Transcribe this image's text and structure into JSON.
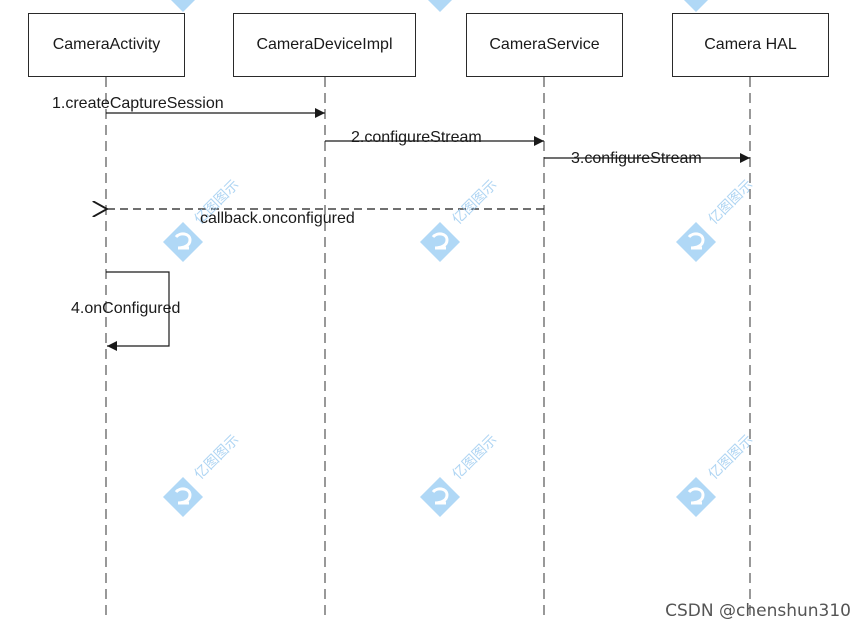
{
  "diagram": {
    "participants": [
      {
        "id": "activity",
        "label": "CameraActivity"
      },
      {
        "id": "device",
        "label": "CameraDeviceImpl"
      },
      {
        "id": "service",
        "label": "CameraService"
      },
      {
        "id": "hal",
        "label": "Camera HAL"
      }
    ],
    "messages": [
      {
        "from": "activity",
        "to": "device",
        "label": "1.createCaptureSession",
        "style": "solid"
      },
      {
        "from": "device",
        "to": "service",
        "label": "2.configureStream",
        "style": "solid"
      },
      {
        "from": "service",
        "to": "hal",
        "label": "3.configureStream",
        "style": "solid"
      },
      {
        "from": "service",
        "to": "activity",
        "label": "callback.onconfigured",
        "style": "dashed-return"
      },
      {
        "from": "activity",
        "to": "activity",
        "label": "4.onConfigured",
        "style": "self"
      }
    ],
    "watermark_mark": "亿图图示",
    "credit": "CSDN @chenshun310"
  },
  "colors": {
    "line": "#1a1a1a",
    "lifeline": "#555555",
    "watermark": "#4aa3e8"
  }
}
